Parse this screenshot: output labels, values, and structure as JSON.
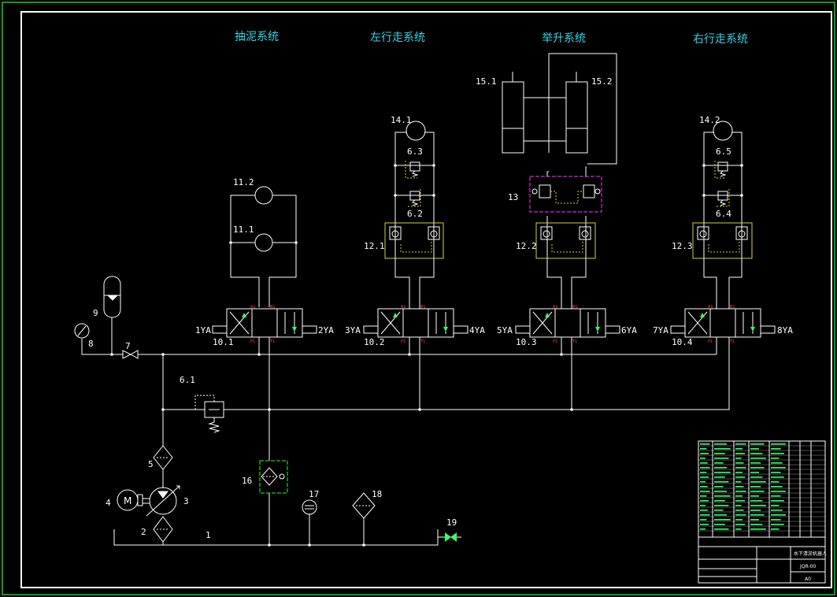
{
  "systems": {
    "suction": "抽泥系统",
    "left_travel": "左行走系统",
    "lift": "举升系统",
    "right_travel": "右行走系统"
  },
  "labels": {
    "n1": "1",
    "n2": "2",
    "n3": "3",
    "n4": "4",
    "n5": "5",
    "n6_1": "6.1",
    "n6_2": "6.2",
    "n6_3": "6.3",
    "n6_4": "6.4",
    "n6_5": "6.5",
    "n7": "7",
    "n8": "8",
    "n9": "9",
    "n10_1": "10.1",
    "n10_2": "10.2",
    "n10_3": "10.3",
    "n10_4": "10.4",
    "n11_1": "11.1",
    "n11_2": "11.2",
    "n12_1": "12.1",
    "n12_2": "12.2",
    "n12_3": "12.3",
    "n13": "13",
    "n14_1": "14.1",
    "n14_2": "14.2",
    "n15_1": "15.1",
    "n15_2": "15.2",
    "n16": "16",
    "n17": "17",
    "n18": "18",
    "n19": "19"
  },
  "solenoids": {
    "s1": "1YA",
    "s2": "2YA",
    "s3": "3YA",
    "s4": "4YA",
    "s5": "5YA",
    "s6": "6YA",
    "s7": "7YA",
    "s8": "8YA"
  },
  "ports": {
    "a": "A1",
    "b": "B1",
    "p": "P1",
    "t": "T1"
  },
  "motor_symbol": "M",
  "title_block": {
    "drawing_name": "水下清淤机器人",
    "drawing_no": "JQR-00",
    "sheet_size": "A0"
  },
  "colors": {
    "line": "#ffffff",
    "frame": "#ffffff",
    "outer_frame": "#22ff22",
    "system_title": "#35d4e8",
    "yellow_box": "#d7d23a",
    "magenta_box": "#d42ad4",
    "green_symbol": "#38ff6a"
  }
}
